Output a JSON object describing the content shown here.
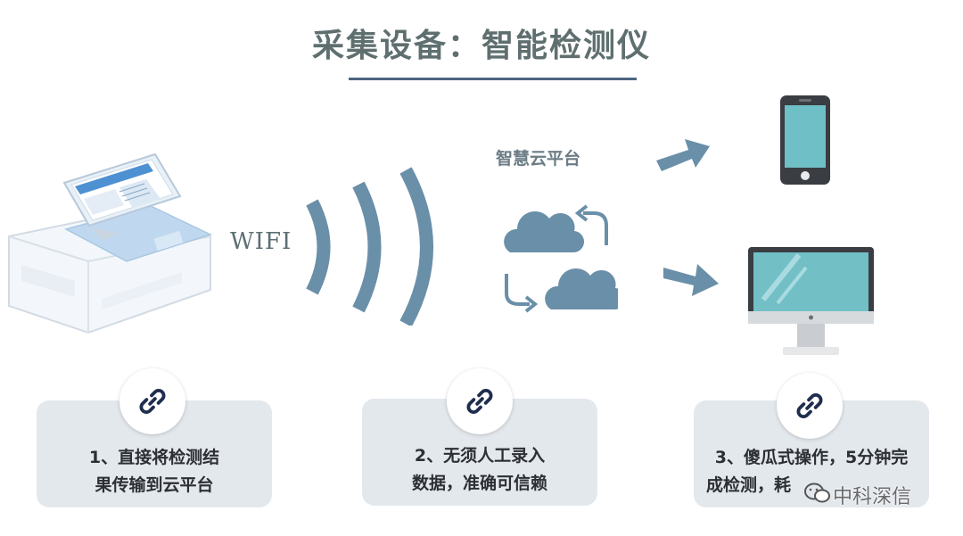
{
  "title": "采集设备：智能检测仪",
  "wifi_label": "WIFI",
  "cloud_platform_label": "智慧云平台",
  "features": [
    {
      "line1": "1、直接将检测结",
      "line2": "果传输到云平台"
    },
    {
      "line1": "2、无须人工录入",
      "line2": "数据，准确可信赖"
    },
    {
      "line1": "3、傻瓜式操作，5分钟完",
      "line2": "成检测，耗"
    }
  ],
  "watermark": "中科深信",
  "icons": [
    "detector-device-image",
    "wifi-signal-icon",
    "cloud-sync-icon",
    "arrow-icon",
    "smartphone-icon",
    "desktop-monitor-icon",
    "link-icon",
    "wechat-icon"
  ],
  "colors": {
    "accent": "#5f8ba3",
    "title": "#5f6f6f",
    "underline": "#4d6480",
    "card": "#e3e8ed",
    "link_icon": "#1f2d4e"
  }
}
